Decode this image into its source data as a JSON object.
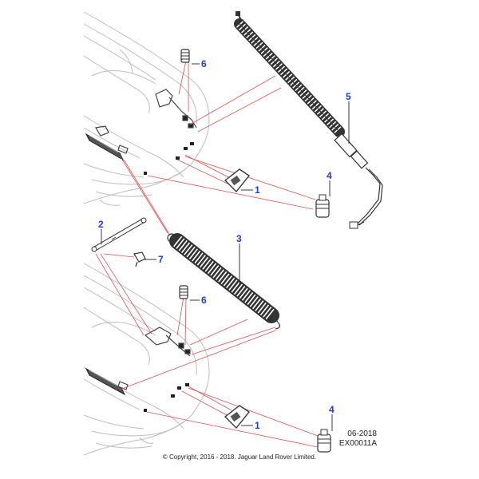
{
  "callouts": {
    "c1_top": "1",
    "c1_bottom": "1",
    "c2": "2",
    "c3": "3",
    "c4_top": "4",
    "c4_bottom": "4",
    "c5": "5",
    "c6_top": "6",
    "c6_bottom": "6",
    "c7": "7"
  },
  "footer": {
    "date": "06-2018",
    "code": "EX00011A",
    "copyright": "© Copyright, 2016 - 2018. Jaguar Land Rover Limited."
  },
  "colors": {
    "callout": "#1e3bd6",
    "leader_red": "#e05050",
    "outline_gray": "#b8b8b8",
    "part_dark": "#333333"
  }
}
